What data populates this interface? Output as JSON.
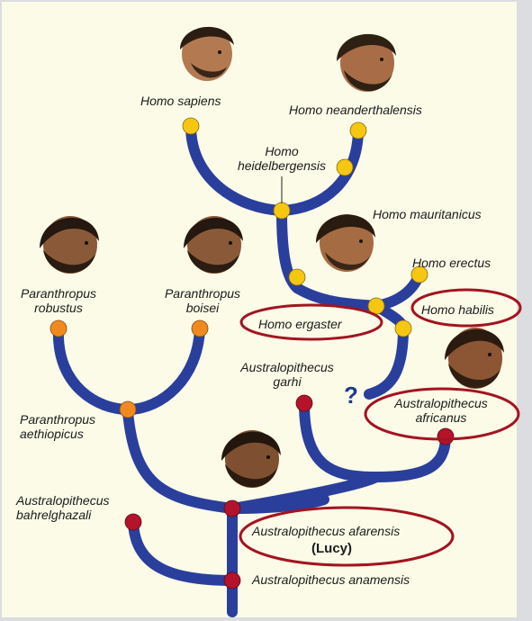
{
  "colors": {
    "branch": "#2a3f9c",
    "node_yellow": "#f5c711",
    "node_orange": "#f08a1e",
    "node_red": "#b3132b",
    "highlight": "#a3141f",
    "background": "#fbfbe8"
  },
  "species": {
    "homo_sapiens": "Homo sapiens",
    "homo_neanderthalensis": "Homo neanderthalensis",
    "homo_heidelbergensis_1": "Homo",
    "homo_heidelbergensis_2": "heidelbergensis",
    "homo_mauritanicus": "Homo mauritanicus",
    "homo_erectus": "Homo erectus",
    "homo_habilis": "Homo habilis",
    "homo_ergaster": "Homo ergaster",
    "paranthropus_robustus_1": "Paranthropus",
    "paranthropus_robustus_2": "robustus",
    "paranthropus_boisei_1": "Paranthropus",
    "paranthropus_boisei_2": "boisei",
    "australopithecus_garhi_1": "Australopithecus",
    "australopithecus_garhi_2": "garhi",
    "australopithecus_africanus_1": "Australopithecus",
    "australopithecus_africanus_2": "africanus",
    "paranthropus_aethiopicus_1": "Paranthropus",
    "paranthropus_aethiopicus_2": "aethiopicus",
    "australopithecus_bahrelghazali_1": "Australopithecus",
    "australopithecus_bahrelghazali_2": "bahrelghazali",
    "australopithecus_afarensis": "Australopithecus afarensis",
    "lucy": "(Lucy)",
    "australopithecus_anamensis": "Australopithecus anamensis"
  },
  "unknown_marker": "?"
}
